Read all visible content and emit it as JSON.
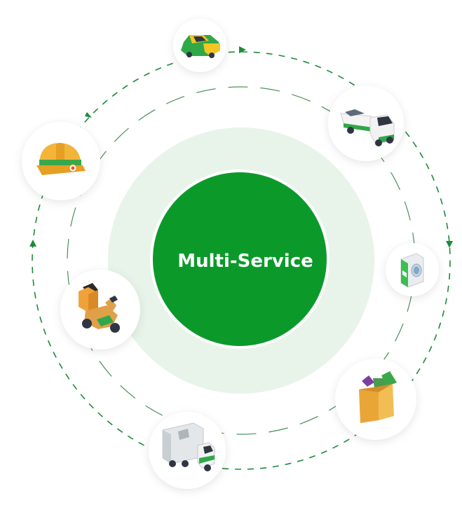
{
  "hub": {
    "label": "Multi-Service"
  },
  "colors": {
    "brand_green": "#0b9a2a",
    "halo_green": "#e8f4ea",
    "orbit_green": "#1e8a3a",
    "inner_orbit": "#4a8f5a"
  },
  "services": [
    {
      "id": "taxi",
      "icon": "taxi-car-icon"
    },
    {
      "id": "tow",
      "icon": "tow-truck-icon"
    },
    {
      "id": "laundry",
      "icon": "washing-machine-icon"
    },
    {
      "id": "grocery",
      "icon": "grocery-bag-icon"
    },
    {
      "id": "cargo",
      "icon": "cargo-truck-icon"
    },
    {
      "id": "delivery",
      "icon": "delivery-scooter-icon"
    },
    {
      "id": "handyman",
      "icon": "hard-hat-icon"
    }
  ]
}
